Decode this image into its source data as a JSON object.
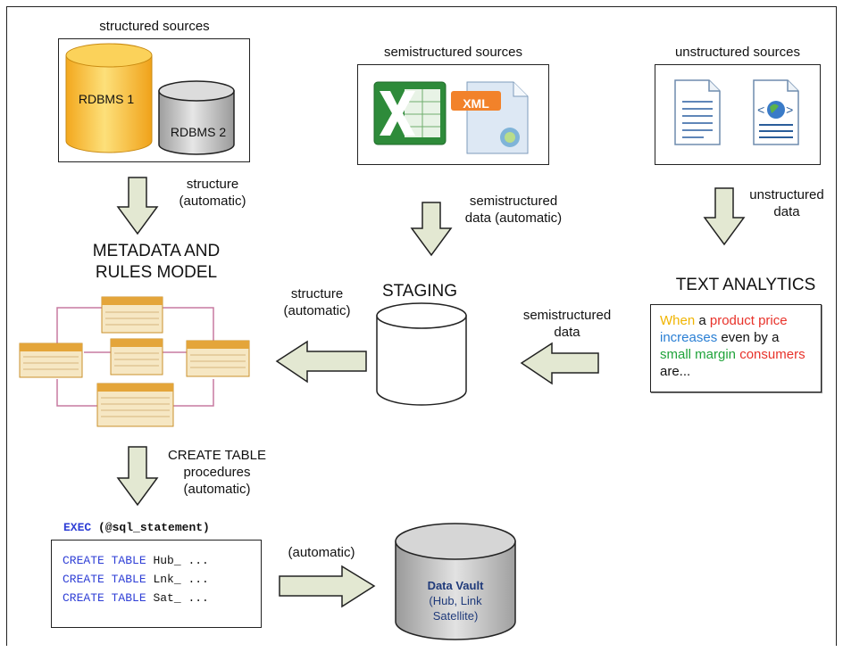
{
  "sources": {
    "structured": {
      "title": "structured sources",
      "db1": "RDBMS 1",
      "db2": "RDBMS 2"
    },
    "semistructured": {
      "title": "semistructured sources",
      "xml_badge": "XML",
      "icons": [
        "excel-icon",
        "xml-file-icon"
      ]
    },
    "unstructured": {
      "title": "unstructured sources",
      "icons": [
        "text-document-icon",
        "web-document-icon"
      ]
    }
  },
  "flows": {
    "structure_auto_1": [
      "structure",
      "(automatic)"
    ],
    "semistructured_auto": [
      "semistructured",
      "data (automatic)"
    ],
    "unstructured": [
      "unstructured",
      "data"
    ],
    "structure_auto_2": [
      "structure",
      "(automatic)"
    ],
    "semistructured_data": [
      "semistructured",
      "data"
    ],
    "create_table": [
      "CREATE TABLE",
      "procedures",
      "(automatic)"
    ],
    "automatic": "(automatic)"
  },
  "metadata_model": {
    "title_lines": [
      "METADATA AND",
      "RULES MODEL"
    ]
  },
  "staging": {
    "title": "STAGING"
  },
  "text_analytics": {
    "title": "TEXT ANALYTICS",
    "sample_words": [
      {
        "text": "When",
        "color": "#f0b400"
      },
      {
        "text": "a",
        "color": "#111111"
      },
      {
        "text": "product price",
        "color": "#e8322a"
      },
      {
        "text": "increases",
        "color": "#2a7fd4"
      },
      {
        "text": "even by a",
        "color": "#111111"
      },
      {
        "text": "small margin",
        "color": "#1fa33a"
      },
      {
        "text": "consumers",
        "color": "#e8322a"
      },
      {
        "text": "are...",
        "color": "#111111"
      }
    ]
  },
  "exec": {
    "keyword": "EXEC",
    "arg": "(@sql_statement)",
    "lines": [
      {
        "keyword": "CREATE TABLE",
        "name": "Hub_",
        "rest": " ..."
      },
      {
        "keyword": "CREATE TABLE",
        "name": "Lnk_",
        "rest": " ..."
      },
      {
        "keyword": "CREATE TABLE",
        "name": "Sat_",
        "rest": " ..."
      }
    ]
  },
  "data_vault": {
    "title": "Data Vault",
    "subtitle_lines": [
      "(Hub, Link",
      "Satellite)"
    ]
  },
  "colors": {
    "arrow_fill": "#e3e8d2",
    "arrow_stroke": "#222222",
    "rdbms1_fill": "#f7c43a",
    "rdbms2_fill": "#c8c8c8",
    "data_vault_fill": "#c9c9c9",
    "data_vault_text": "#1f3a7a",
    "model_entity": "#e4a53a",
    "model_link": "#c77aa0",
    "code_keyword": "#2f3fd6"
  }
}
